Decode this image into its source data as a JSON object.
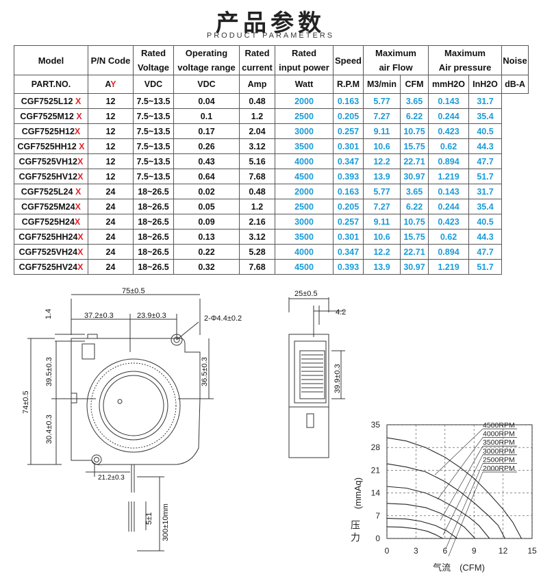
{
  "header": {
    "title": "产品参数",
    "subtitle": "PRODUCT PARAMETERS"
  },
  "table": {
    "headers": {
      "model": "Model",
      "pn": "P/N Code",
      "rated_voltage": [
        "Rated",
        "Voltage"
      ],
      "operating": [
        "Operating",
        "voltage range"
      ],
      "rated_current": [
        "Rated",
        "current"
      ],
      "rated_power": [
        "Rated",
        "input power"
      ],
      "speed": "Speed",
      "airflow": [
        "Maximum",
        "air Flow"
      ],
      "pressure": [
        "Maximum",
        "Air pressure"
      ],
      "noise": "Noise"
    },
    "units": [
      "PART.NO.",
      "VDC",
      "VDC",
      "Amp",
      "Watt",
      "R.P.M",
      "M3/min",
      "CFM",
      "mmH2O",
      "InH2O",
      "dB-A"
    ],
    "pn_code": {
      "a": "A",
      "y": "Y"
    },
    "rows": [
      {
        "model": "CGF7525L12 ",
        "x": "X",
        "v": "12",
        "range": "7.5~13.5",
        "amp": "0.04",
        "watt": "0.48",
        "rpm": "2000",
        "m3": "0.163",
        "cfm": "5.77",
        "mm": "3.65",
        "inh": "0.143",
        "db": "31.7"
      },
      {
        "model": "CGF7525M12 ",
        "x": "X",
        "v": "12",
        "range": "7.5~13.5",
        "amp": "0.1",
        "watt": "1.2",
        "rpm": "2500",
        "m3": "0.205",
        "cfm": "7.27",
        "mm": "6.22",
        "inh": "0.244",
        "db": "35.4"
      },
      {
        "model": "CGF7525H12",
        "x": "X",
        "v": "12",
        "range": "7.5~13.5",
        "amp": "0.17",
        "watt": "2.04",
        "rpm": "3000",
        "m3": "0.257",
        "cfm": "9.11",
        "mm": "10.75",
        "inh": "0.423",
        "db": "40.5"
      },
      {
        "model": "CGF7525HH12 ",
        "x": "X",
        "v": "12",
        "range": "7.5~13.5",
        "amp": "0.26",
        "watt": "3.12",
        "rpm": "3500",
        "m3": "0.301",
        "cfm": "10.6",
        "mm": "15.75",
        "inh": "0.62",
        "db": "44.3"
      },
      {
        "model": "CGF7525VH12",
        "x": "X",
        "v": "12",
        "range": "7.5~13.5",
        "amp": "0.43",
        "watt": "5.16",
        "rpm": "4000",
        "m3": "0.347",
        "cfm": "12.2",
        "mm": "22.71",
        "inh": "0.894",
        "db": "47.7"
      },
      {
        "model": "CGF7525HV12",
        "x": "X",
        "v": "12",
        "range": "7.5~13.5",
        "amp": "0.64",
        "watt": "7.68",
        "rpm": "4500",
        "m3": "0.393",
        "cfm": "13.9",
        "mm": "30.97",
        "inh": "1.219",
        "db": "51.7"
      },
      {
        "model": "CGF7525L24 ",
        "x": "X",
        "v": "24",
        "range": "18~26.5",
        "amp": "0.02",
        "watt": "0.48",
        "rpm": "2000",
        "m3": "0.163",
        "cfm": "5.77",
        "mm": "3.65",
        "inh": "0.143",
        "db": "31.7"
      },
      {
        "model": "CGF7525M24",
        "x": "X",
        "v": "24",
        "range": "18~26.5",
        "amp": "0.05",
        "watt": "1.2",
        "rpm": "2500",
        "m3": "0.205",
        "cfm": "7.27",
        "mm": "6.22",
        "inh": "0.244",
        "db": "35.4"
      },
      {
        "model": "CGF7525H24",
        "x": "X",
        "v": "24",
        "range": "18~26.5",
        "amp": "0.09",
        "watt": "2.16",
        "rpm": "3000",
        "m3": "0.257",
        "cfm": "9.11",
        "mm": "10.75",
        "inh": "0.423",
        "db": "40.5"
      },
      {
        "model": "CGF7525HH24",
        "x": "X",
        "v": "24",
        "range": "18~26.5",
        "amp": "0.13",
        "watt": "3.12",
        "rpm": "3500",
        "m3": "0.301",
        "cfm": "10.6",
        "mm": "15.75",
        "inh": "0.62",
        "db": "44.3"
      },
      {
        "model": "CGF7525VH24",
        "x": "X",
        "v": "24",
        "range": "18~26.5",
        "amp": "0.22",
        "watt": "5.28",
        "rpm": "4000",
        "m3": "0.347",
        "cfm": "12.2",
        "mm": "22.71",
        "inh": "0.894",
        "db": "47.7"
      },
      {
        "model": "CGF7525HV24",
        "x": "X",
        "v": "24",
        "range": "18~26.5",
        "amp": "0.32",
        "watt": "7.68",
        "rpm": "4500",
        "m3": "0.393",
        "cfm": "13.9",
        "mm": "30.97",
        "inh": "1.219",
        "db": "51.7"
      }
    ]
  },
  "drawing": {
    "front": {
      "width": "75±0.5",
      "top_offset": "1.4",
      "left_dim": "37.2±0.3",
      "mid_dim": "23.9±0.3",
      "hole": "2-Φ4.4±0.2",
      "right_h": "36.5±0.3",
      "left_upper": "39.5±0.3",
      "left_lower": "30.4±0.3",
      "height": "74±0.5",
      "bottom": "21.2±0.3",
      "wire_len": "300±10mm",
      "wire_tip": "5±1"
    },
    "side": {
      "width": "25±0.5",
      "inner": "4.2",
      "height": "39.9±0.3"
    }
  },
  "colors": {
    "accent": "#1a9bd7",
    "mark": "#e0262a"
  },
  "chart_data": {
    "type": "line",
    "xlabel": "气流　(CFM)",
    "ylabel": "压 力",
    "ylabel_unit": "(mmAq)",
    "xlim": [
      0,
      15
    ],
    "ylim": [
      0,
      35
    ],
    "xticks": [
      "0",
      "3",
      "6",
      "9",
      "12",
      "15"
    ],
    "yticks": [
      "0",
      "7",
      "14",
      "21",
      "28",
      "35"
    ],
    "grid": true,
    "legend_position": "top-right",
    "series": [
      {
        "name": "4500RPM",
        "x": [
          0,
          2,
          4,
          6,
          7.5,
          9,
          10.5,
          12,
          13,
          13.9
        ],
        "y": [
          31,
          30,
          28,
          25,
          22,
          18.5,
          14,
          9,
          5,
          0
        ]
      },
      {
        "name": "4000RPM",
        "x": [
          0,
          2,
          4,
          6,
          7.5,
          9,
          10.5,
          11.5,
          12.2
        ],
        "y": [
          23,
          22,
          20.5,
          17.5,
          14.5,
          11,
          7,
          4,
          0
        ]
      },
      {
        "name": "3500RPM",
        "x": [
          0,
          2,
          4,
          5.5,
          7,
          8.5,
          9.5,
          10.6
        ],
        "y": [
          16,
          15.5,
          14,
          12,
          9.5,
          6.5,
          4,
          0
        ]
      },
      {
        "name": "3000RPM",
        "x": [
          0,
          2,
          4,
          5.5,
          7,
          8,
          9.11
        ],
        "y": [
          10.8,
          10.5,
          9.5,
          7.8,
          5.5,
          3.5,
          0
        ]
      },
      {
        "name": "2500RPM",
        "x": [
          0,
          2,
          3.5,
          5,
          6.2,
          7.27
        ],
        "y": [
          6.2,
          6,
          5.3,
          4,
          2.3,
          0
        ]
      },
      {
        "name": "2000RPM",
        "x": [
          0,
          1.5,
          3,
          4.2,
          5,
          5.77
        ],
        "y": [
          3.6,
          3.5,
          3,
          2.2,
          1.2,
          0
        ]
      }
    ]
  }
}
